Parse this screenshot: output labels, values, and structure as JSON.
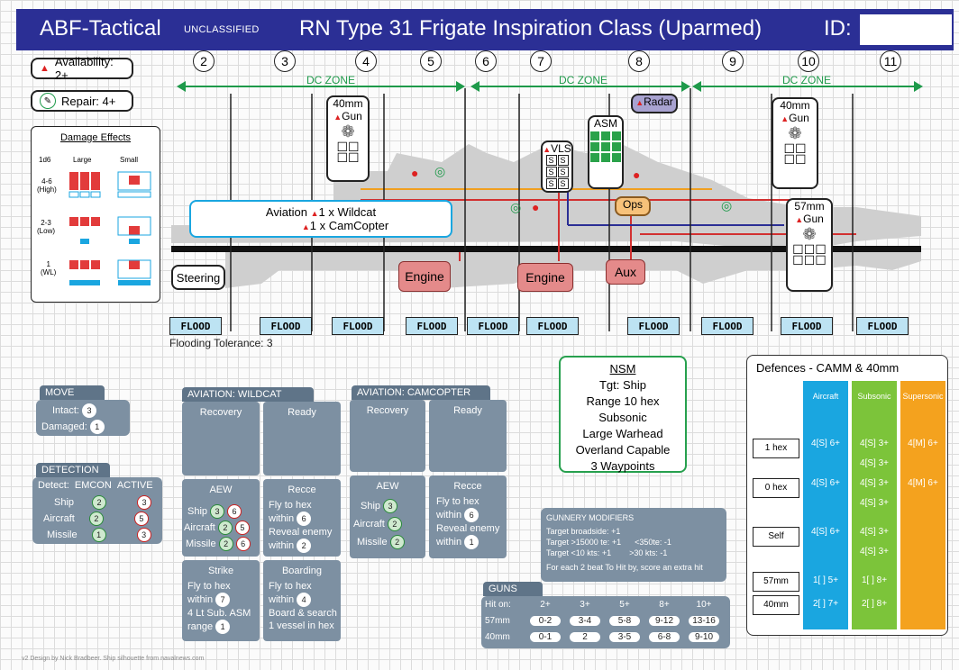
{
  "header": {
    "brand": "ABF-Tactical",
    "classification": "UNCLASSIFIED",
    "title": "RN Type 31 Frigate Inspiration Class (Uparmed)",
    "id_label": "ID:"
  },
  "availability": "Availability: 2+",
  "repair": "Repair: 4+",
  "sections": [
    "2",
    "3",
    "4",
    "5",
    "6",
    "7",
    "8",
    "9",
    "10",
    "11"
  ],
  "dc_zone": "DC ZONE",
  "damage_effects": {
    "title": "Damage Effects",
    "col_d6": "1d6",
    "col_large": "Large",
    "col_small": "Small",
    "rows": [
      {
        "roll": "4-6",
        "level": "(High)"
      },
      {
        "roll": "2-3",
        "level": "(Low)"
      },
      {
        "roll": "1",
        "level": "(WL)"
      }
    ]
  },
  "weapons": {
    "gun_fore": {
      "caliber": "40mm",
      "label": "Gun"
    },
    "asm": {
      "label": "ASM"
    },
    "radar": {
      "label": "Radar"
    },
    "vls": {
      "label": "VLS",
      "cells": [
        "S",
        "S",
        "S",
        "S",
        "S",
        "S"
      ]
    },
    "gun_aft40": {
      "caliber": "40mm",
      "label": "Gun"
    },
    "gun_aft57": {
      "caliber": "57mm",
      "label": "Gun"
    },
    "ops": "Ops",
    "aviation_line1": "Aviation",
    "aviation_item1": "1 x Wildcat",
    "aviation_item2": "1 x CamCopter"
  },
  "systems": {
    "steering": "Steering",
    "engine1": "Engine",
    "engine2": "Engine",
    "aux": "Aux"
  },
  "flood_label": "FLOOD",
  "flooding_tolerance": "Flooding Tolerance: 3",
  "move": {
    "title": "MOVE",
    "intact": "Intact:",
    "intact_val": "3",
    "damaged": "Damaged:",
    "damaged_val": "1"
  },
  "detection": {
    "title": "DETECTION",
    "head": [
      "Detect:",
      "EMCON",
      "ACTIVE"
    ],
    "rows": [
      [
        "Ship",
        "2",
        "3"
      ],
      [
        "Aircraft",
        "2",
        "5"
      ],
      [
        "Missile",
        "1",
        "3"
      ]
    ]
  },
  "wildcat": {
    "title": "AVIATION: WILDCAT",
    "recovery": "Recovery",
    "ready": "Ready",
    "aew": "AEW",
    "aew_rows": [
      [
        "Ship",
        "3",
        "6"
      ],
      [
        "Aircraft",
        "2",
        "5"
      ],
      [
        "Missile",
        "2",
        "6"
      ]
    ],
    "recce": "Recce",
    "recce_lines": [
      "Fly to hex",
      "within",
      "Reveal enemy",
      "within"
    ],
    "recce_vals": [
      "6",
      "2"
    ],
    "strike": "Strike",
    "strike_lines": [
      "Fly to hex",
      "within",
      "4 Lt Sub. ASM",
      "range"
    ],
    "strike_vals": [
      "7",
      "1"
    ],
    "boarding": "Boarding",
    "boarding_lines": [
      "Fly to hex",
      "within",
      "Board & search",
      "1 vessel in hex"
    ],
    "boarding_vals": [
      "4"
    ]
  },
  "camcopter": {
    "title": "AVIATION: CAMCOPTER",
    "recovery": "Recovery",
    "ready": "Ready",
    "aew": "AEW",
    "aew_rows": [
      [
        "Ship",
        "3"
      ],
      [
        "Aircraft",
        "2"
      ],
      [
        "Missile",
        "2"
      ]
    ],
    "recce": "Recce",
    "recce_lines": [
      "Fly to hex",
      "within",
      "Reveal enemy",
      "within"
    ],
    "recce_vals": [
      "6",
      "1"
    ]
  },
  "nsm": {
    "title": "NSM",
    "lines": [
      "Tgt: Ship",
      "Range 10 hex",
      "Subsonic",
      "Large Warhead",
      "Overland Capable",
      "3 Waypoints"
    ]
  },
  "gunnery": {
    "title": "GUNNERY MODIFIERS",
    "lines": [
      [
        "Target broadside:",
        "+1",
        ""
      ],
      [
        "Target >15000 te:",
        "+1",
        "<350te: -1"
      ],
      [
        "Target <10 kts:",
        "+1",
        ">30 kts: -1"
      ]
    ],
    "footer": "For each 2 beat To Hit by, score an extra hit"
  },
  "guns": {
    "title": "GUNS",
    "head": [
      "Hit on:",
      "2+",
      "3+",
      "5+",
      "8+",
      "10+"
    ],
    "rows": [
      [
        "57mm",
        "0-2",
        "3-4",
        "5-8",
        "9-12",
        "13-16"
      ],
      [
        "40mm",
        "0-1",
        "2",
        "3-5",
        "6-8",
        "9-10"
      ]
    ]
  },
  "defences": {
    "title": "Defences - CAMM & 40mm",
    "cols": [
      "Aircraft",
      "Subsonic",
      "Supersonic"
    ],
    "rows": [
      {
        "label": "1 hex",
        "cells": [
          "4[S] 6+",
          "4[S] 3+",
          "4[M] 6+"
        ],
        "extra": "4[S] 3+"
      },
      {
        "label": "0 hex",
        "cells": [
          "4[S] 6+",
          "4[S] 3+",
          "4[M] 6+"
        ],
        "extra": "4[S] 3+"
      },
      {
        "label": "Self",
        "cells": [
          "4[S] 6+",
          "4[S] 3+",
          ""
        ],
        "extra": "4[S] 3+"
      },
      {
        "label": "57mm",
        "cells": [
          "1[ ] 5+",
          "1[ ] 8+",
          ""
        ]
      },
      {
        "label": "40mm",
        "cells": [
          "2[ ] 7+",
          "2[ ] 8+",
          ""
        ]
      }
    ],
    "colors": {
      "aircraft": "#1aa6e0",
      "subsonic": "#7cc43a",
      "supersonic": "#f4a21e"
    }
  },
  "footer": "v2 Design by Nick Bradbeer. Ship silhouette from navalnews.com",
  "colors": {
    "header": "#2b2f95",
    "panel": "#7d90a2",
    "system": "#e48a8a",
    "flood": "#bde3f3",
    "dc": "#1e9a4a"
  }
}
